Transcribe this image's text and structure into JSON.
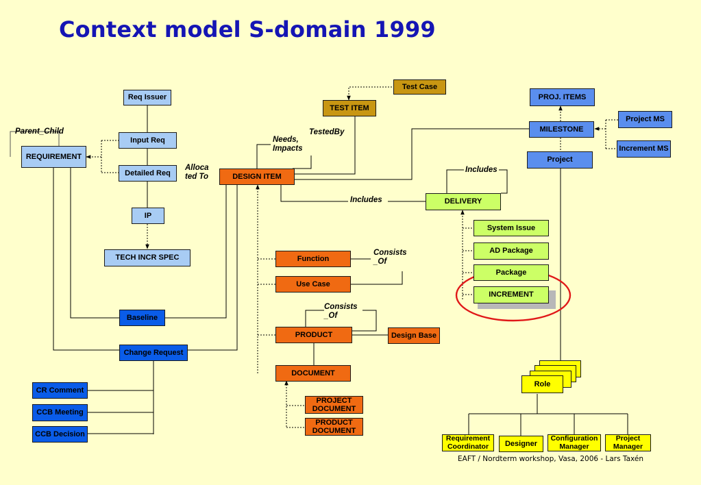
{
  "title": "Context model S-domain 1999",
  "footer": "EAFT / Nordterm workshop, Vasa, 2006 - Lars Taxén",
  "nodes": {
    "req_issuer": "Req Issuer",
    "input_req": "Input Req",
    "detailed_req": "Detailed Req",
    "requirement": "REQUIREMENT",
    "ip": "IP",
    "tech_incr_spec": "TECH INCR SPEC",
    "baseline": "Baseline",
    "change_request": "Change Request",
    "cr_comment": "CR Comment",
    "ccb_meeting": "CCB Meeting",
    "ccb_decision": "CCB Decision",
    "test_case": "Test Case",
    "test_item": "TEST ITEM",
    "design_item": "DESIGN ITEM",
    "function": "Function",
    "use_case": "Use Case",
    "product": "PRODUCT",
    "design_base": "Design Base",
    "document": "DOCUMENT",
    "project_document": "PROJECT DOCUMENT",
    "product_document": "PRODUCT DOCUMENT",
    "proj_items": "PROJ. ITEMS",
    "milestone": "MILESTONE",
    "project_ms": "Project MS",
    "increment_ms": "Increment MS",
    "project": "Project",
    "delivery": "DELIVERY",
    "system_issue": "System Issue",
    "ad_package": "AD Package",
    "package": "Package",
    "increment": "INCREMENT",
    "role": "Role",
    "requirement_coordinator": "Requirement Coordinator",
    "designer": "Designer",
    "configuration_manager": "Configuration Manager",
    "project_manager": "Project Manager"
  },
  "labels": {
    "parent_child": "Parent_Child",
    "allocated_to": "Allocated To",
    "needs_impacts": "Needs, Impacts",
    "tested_by": "TestedBy",
    "includes_delivery": "Includes",
    "includes_self": "Includes",
    "consists_of_function": "Consists _Of",
    "consists_of_product": "Consists _Of"
  },
  "colors": {
    "background": "#ffffcc",
    "title": "#1515b4",
    "highlight_ellipse": "#e01818",
    "light_blue": "#a8ccf4",
    "medium_blue": "#5a8eee",
    "dark_blue": "#0a5ce8",
    "orange": "#f06a12",
    "green": "#ccff66",
    "gold": "#c89612",
    "yellow": "#ffff00"
  }
}
